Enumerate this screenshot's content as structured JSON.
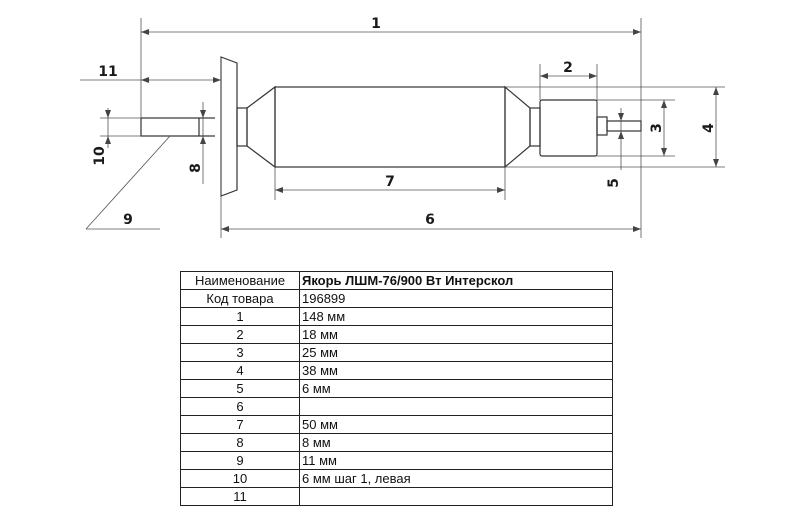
{
  "drawing": {
    "dimension_labels": [
      "1",
      "2",
      "3",
      "4",
      "5",
      "6",
      "7",
      "8",
      "9",
      "10",
      "11"
    ]
  },
  "table": {
    "header": {
      "label": "Наименование",
      "value": "Якорь ЛШМ-76/900 Вт Интерскол"
    },
    "code": {
      "label": "Код товара",
      "value": "196899"
    },
    "rows": [
      {
        "num": "1",
        "value": "148 мм"
      },
      {
        "num": "2",
        "value": "18 мм"
      },
      {
        "num": "3",
        "value": "25 мм"
      },
      {
        "num": "4",
        "value": "38 мм"
      },
      {
        "num": "5",
        "value": "6 мм"
      },
      {
        "num": "6",
        "value": ""
      },
      {
        "num": "7",
        "value": "50 мм"
      },
      {
        "num": "8",
        "value": "8 мм"
      },
      {
        "num": "9",
        "value": "11 мм"
      },
      {
        "num": "10",
        "value": "6 мм шаг 1, левая"
      },
      {
        "num": "11",
        "value": ""
      }
    ]
  }
}
